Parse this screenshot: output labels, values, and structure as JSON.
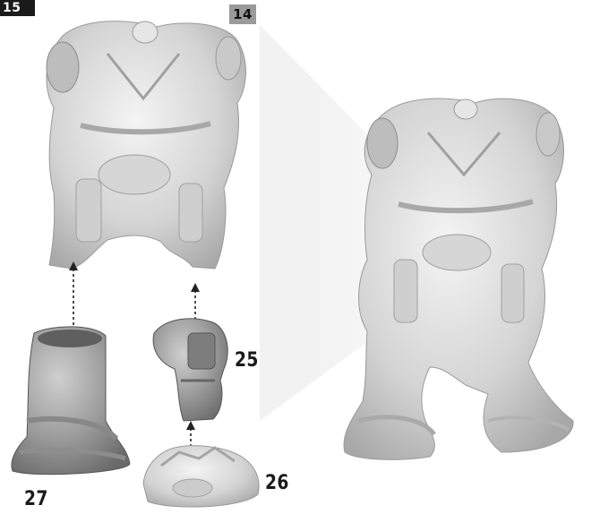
{
  "step_number": "15",
  "part_labels": {
    "torso": "14",
    "leg": "25",
    "base": "26",
    "boot": "27"
  }
}
